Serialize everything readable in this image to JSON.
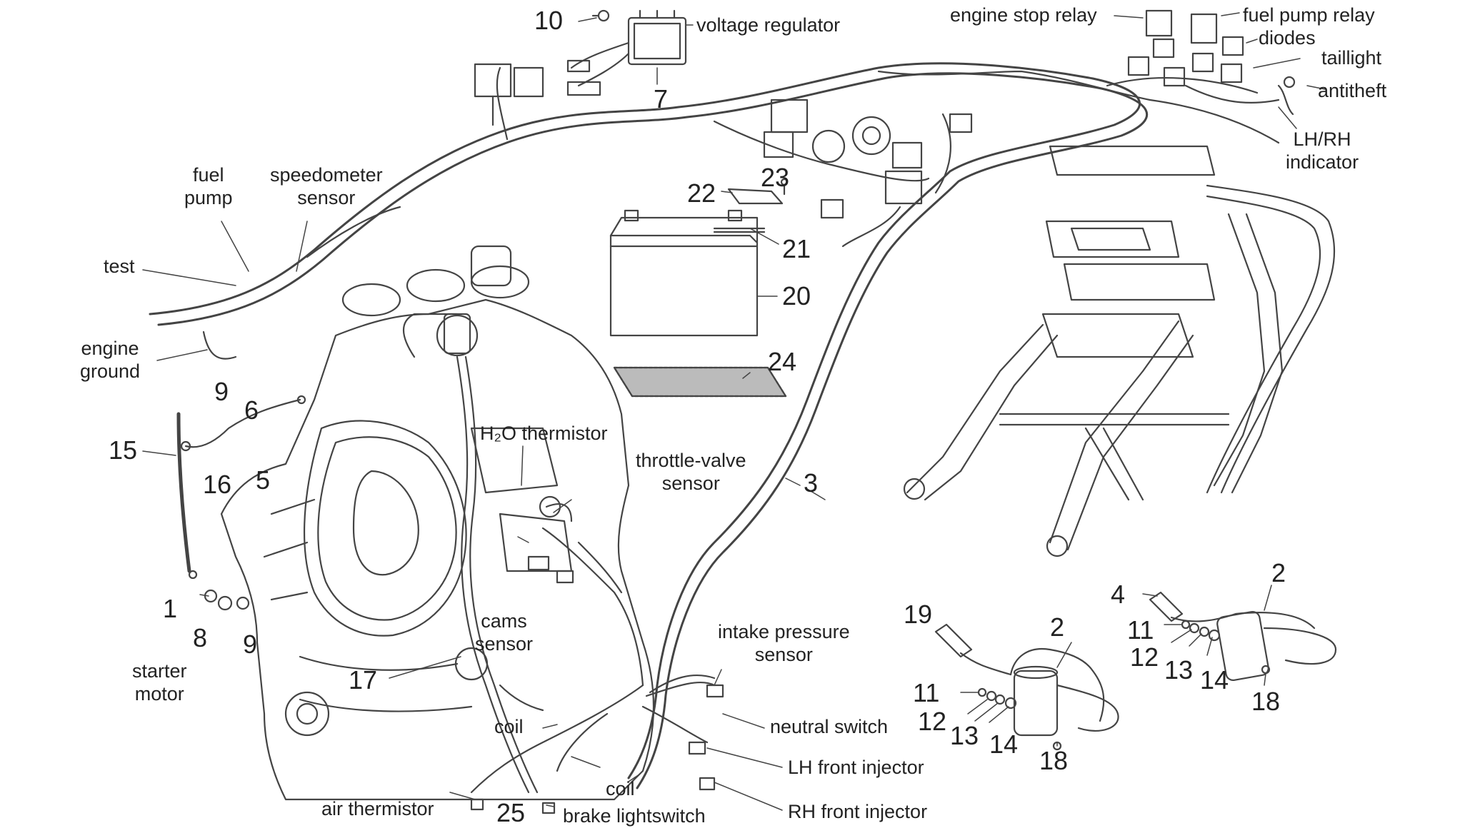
{
  "diagram": {
    "line_color": "#444444",
    "text_color": "#222222",
    "labels": {
      "voltage_regulator": "voltage regulator",
      "engine_stop_relay": "engine stop relay",
      "fuel_pump_relay": "fuel pump relay",
      "diodes": "diodes",
      "taillight": "taillight",
      "antitheft": "antitheft",
      "lh_rh_indicator": "LH/RH\nindicator",
      "fuel_pump": "fuel\npump",
      "speedometer_sensor": "speedometer\nsensor",
      "test": "test",
      "engine_ground": "engine\nground",
      "h2o_thermistor": "H₂O thermistor",
      "throttle_valve_sensor": "throttle-valve\nsensor",
      "cams_sensor": "cams\nsensor",
      "intake_pressure_sensor": "intake pressure\nsensor",
      "neutral_switch": "neutral switch",
      "lh_front_injector": "LH front injector",
      "rh_front_injector": "RH front injector",
      "coil_upper": "coil",
      "coil_lower": "coil",
      "air_thermistor": "air thermistor",
      "brake_lightswitch": "brake lightswitch",
      "starter_motor": "starter\nmotor"
    },
    "callouts": {
      "n10": "10",
      "n7": "7",
      "n23": "23",
      "n22": "22",
      "n21": "21",
      "n20": "20",
      "n24": "24",
      "n3": "3",
      "n9a": "9",
      "n6": "6",
      "n5": "5",
      "n16": "16",
      "n15": "15",
      "n1": "1",
      "n8": "8",
      "n9b": "9",
      "n17": "17",
      "n25": "25",
      "n19": "19",
      "n2a": "2",
      "n11a": "11",
      "n12a": "12",
      "n13a": "13",
      "n14a": "14",
      "n18a": "18",
      "n4": "4",
      "n2b": "2",
      "n11b": "11",
      "n12b": "12",
      "n13b": "13",
      "n14b": "14",
      "n18b": "18"
    }
  }
}
